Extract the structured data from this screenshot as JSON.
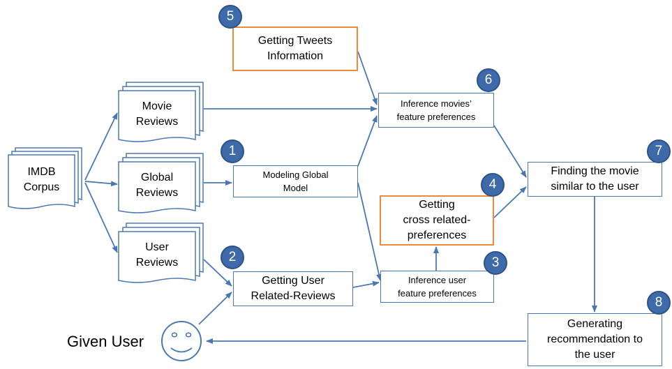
{
  "nodes": {
    "imdb": "IMDB\nCorpus",
    "movie_reviews": "Movie\nReviews",
    "global_reviews": "Global\nReviews",
    "user_reviews": "User\nReviews",
    "tweets": "Getting Tweets\nInformation",
    "modeling": "Modeling Global\nModel",
    "user_related": "Getting User\nRelated-Reviews",
    "inference_movies": "Inference movies’\nfeature preferences",
    "inference_user": "Inference user\nfeature preferences",
    "cross": "Getting\ncross related-\npreferences",
    "finding": "Finding the movie\nsimilar to the user",
    "generating": "Generating\nrecommendation to\nthe user",
    "given_user": "Given User"
  },
  "badges": {
    "b1": "1",
    "b2": "2",
    "b3": "3",
    "b4": "4",
    "b5": "5",
    "b6": "6",
    "b7": "7",
    "b8": "8"
  },
  "colors": {
    "blue": "#4a78b4",
    "orange": "#ee8a3c",
    "badge": "#3e6aa9"
  }
}
